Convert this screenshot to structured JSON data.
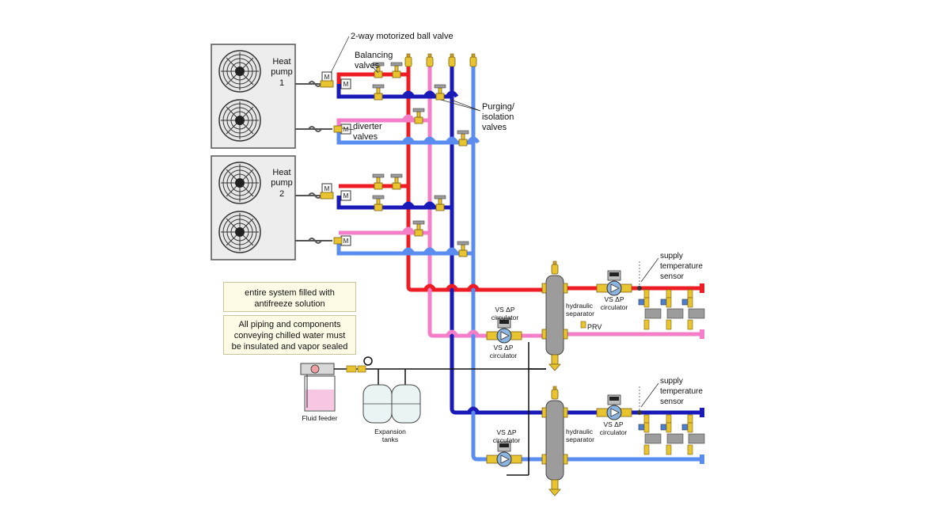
{
  "colors": {
    "hot_supply": "#ee1c24",
    "hot_return": "#f47fc8",
    "chilled_supply": "#1a1ab8",
    "chilled_return": "#5b8cf0",
    "glycol_line": "#111111",
    "valve_brass": "#e8c530",
    "component_gray": "#9c9c9c",
    "note_bg": "#fdfbe6"
  },
  "heat_pumps": [
    {
      "label_line1": "Heat",
      "label_line2": "pump",
      "label_line3": "1"
    },
    {
      "label_line1": "Heat",
      "label_line2": "pump",
      "label_line3": "2"
    }
  ],
  "callouts": {
    "motorized_valve": "2-way motorized ball valve",
    "balancing_1": "Balancing",
    "balancing_2": "valves",
    "diverter_1": "diverter",
    "diverter_2": "valves",
    "purging_1": "Purging/",
    "purging_2": "isolation",
    "purging_3": "valves",
    "sensor_top_1": "supply",
    "sensor_top_2": "temperature",
    "sensor_top_3": "sensor",
    "sensor_bot_1": "supply",
    "sensor_bot_2": "temperature",
    "sensor_bot_3": "sensor",
    "separator_top_1": "hydraulic",
    "separator_top_2": "separator",
    "separator_bot_1": "hydraulic",
    "separator_bot_2": "separator",
    "circ_a_1": "VS ΔP",
    "circ_a_2": "circulator",
    "circ_b_1": "VS ΔP",
    "circ_b_2": "circulator",
    "circ_c_1": "VS ΔP",
    "circ_c_2": "circulator",
    "circ_d_1": "VS ΔP",
    "circ_d_2": "circulator",
    "circ_e_1": "VS ΔP",
    "circ_e_2": "circulator",
    "prv": "PRV",
    "fluid_feeder": "Fluid feeder",
    "expansion_1": "Expansion",
    "expansion_2": "tanks",
    "valve_m": "M"
  },
  "notes": {
    "antifreeze": "entire system filled with antifreeze solution",
    "insulation": "All piping and components conveying chilled water must be insulated and vapor sealed"
  }
}
